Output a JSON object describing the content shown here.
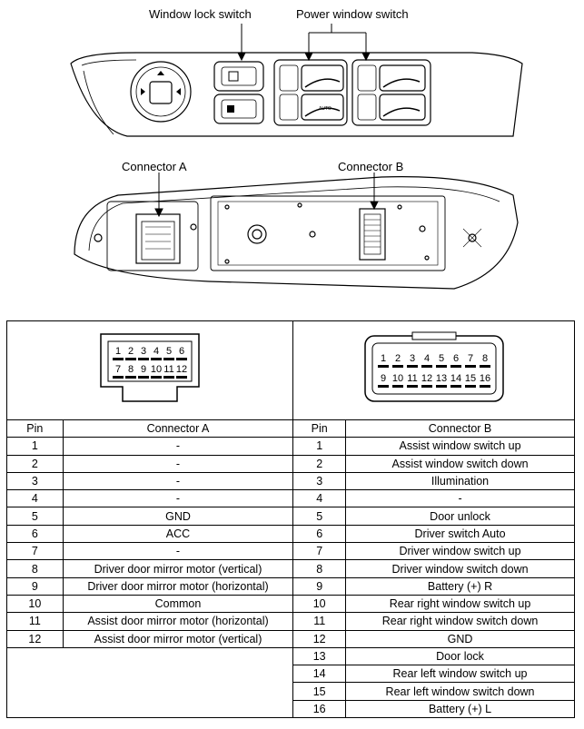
{
  "labels": {
    "window_lock_switch": "Window lock switch",
    "power_window_switch": "Power window switch",
    "connector_a": "Connector A",
    "connector_b": "Connector B"
  },
  "switch_marks": {
    "auto": "AUTO"
  },
  "connector_a_face": {
    "row1": [
      "1",
      "2",
      "3",
      "4",
      "5",
      "6"
    ],
    "row2": [
      "7",
      "8",
      "9",
      "10",
      "11",
      "12"
    ]
  },
  "connector_b_face": {
    "row1": [
      "1",
      "2",
      "3",
      "4",
      "5",
      "6",
      "7",
      "8"
    ],
    "row2": [
      "9",
      "10",
      "11",
      "12",
      "13",
      "14",
      "15",
      "16"
    ]
  },
  "table": {
    "pin_header": "Pin",
    "connector_a_header": "Connector A",
    "connector_b_header": "Connector B",
    "connector_a_rows": [
      {
        "pin": "1",
        "desc": "-"
      },
      {
        "pin": "2",
        "desc": "-"
      },
      {
        "pin": "3",
        "desc": "-"
      },
      {
        "pin": "4",
        "desc": "-"
      },
      {
        "pin": "5",
        "desc": "GND"
      },
      {
        "pin": "6",
        "desc": "ACC"
      },
      {
        "pin": "7",
        "desc": "-"
      },
      {
        "pin": "8",
        "desc": "Driver door mirror motor (vertical)"
      },
      {
        "pin": "9",
        "desc": "Driver door mirror motor (horizontal)"
      },
      {
        "pin": "10",
        "desc": "Common"
      },
      {
        "pin": "11",
        "desc": "Assist door mirror motor (horizontal)"
      },
      {
        "pin": "12",
        "desc": "Assist door mirror motor (vertical)"
      }
    ],
    "connector_b_rows": [
      {
        "pin": "1",
        "desc": "Assist window switch up"
      },
      {
        "pin": "2",
        "desc": "Assist window switch down"
      },
      {
        "pin": "3",
        "desc": "Illumination"
      },
      {
        "pin": "4",
        "desc": "-"
      },
      {
        "pin": "5",
        "desc": "Door unlock"
      },
      {
        "pin": "6",
        "desc": "Driver switch Auto"
      },
      {
        "pin": "7",
        "desc": "Driver window switch up"
      },
      {
        "pin": "8",
        "desc": "Driver window switch down"
      },
      {
        "pin": "9",
        "desc": "Battery (+) R"
      },
      {
        "pin": "10",
        "desc": "Rear right window switch up"
      },
      {
        "pin": "11",
        "desc": "Rear right window switch down"
      },
      {
        "pin": "12",
        "desc": "GND"
      },
      {
        "pin": "13",
        "desc": "Door lock"
      },
      {
        "pin": "14",
        "desc": "Rear left window switch up"
      },
      {
        "pin": "15",
        "desc": "Rear left window switch down"
      },
      {
        "pin": "16",
        "desc": "Battery (+) L"
      }
    ]
  }
}
